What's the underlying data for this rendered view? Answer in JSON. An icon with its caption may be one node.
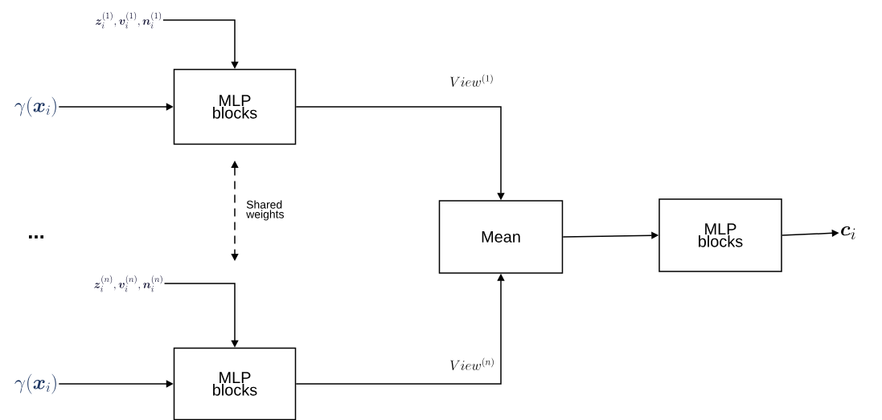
{
  "diagram": {
    "nodes": [
      {
        "text": [
          "MLP blocks"
        ]
      },
      {
        "text": [
          "MLP blocks"
        ]
      },
      {
        "text": [
          "Mean"
        ]
      },
      {
        "text": [
          "MLP blocks"
        ]
      },
      {
        "text": [
          "\\gamma(\\boldsymbol{x}_i)"
        ]
      },
      {
        "text": [
          "\\boldsymbol{z}_i^{(1)},\\boldsymbol{v}_i^{(1)},\\boldsymbol{n}_i^{(1)}"
        ]
      },
      {
        "text": [
          "\\gamma(\\boldsymbol{x}_i)"
        ]
      },
      {
        "text": [
          "\\boldsymbol{z}_i^{(n)},\\boldsymbol{v}_i^{(n)},\\boldsymbol{n}_i^{(n)}"
        ]
      },
      {
        "text": [
          "\\boldsymbol{c}_i"
        ]
      }
    ],
    "edges": [
      {
        "from": 4,
        "to": 0,
        "arrow": "to"
      },
      {
        "from": 5,
        "to": 0,
        "arrow": "to"
      },
      {
        "from": 6,
        "to": 1,
        "arrow": "to"
      },
      {
        "from": 7,
        "to": 1,
        "arrow": "to"
      },
      {
        "from": 0,
        "to": 2,
        "arrow": "to",
        "label": "View^{(1)}"
      },
      {
        "from": 1,
        "to": 2,
        "arrow": "to",
        "label": "View^{(n)}"
      },
      {
        "from": 2,
        "to": 3,
        "arrow": "to"
      },
      {
        "from": 3,
        "to": 8,
        "arrow": "to"
      }
    ],
    "labels": [
      "Shared weights",
      "..."
    ]
  }
}
